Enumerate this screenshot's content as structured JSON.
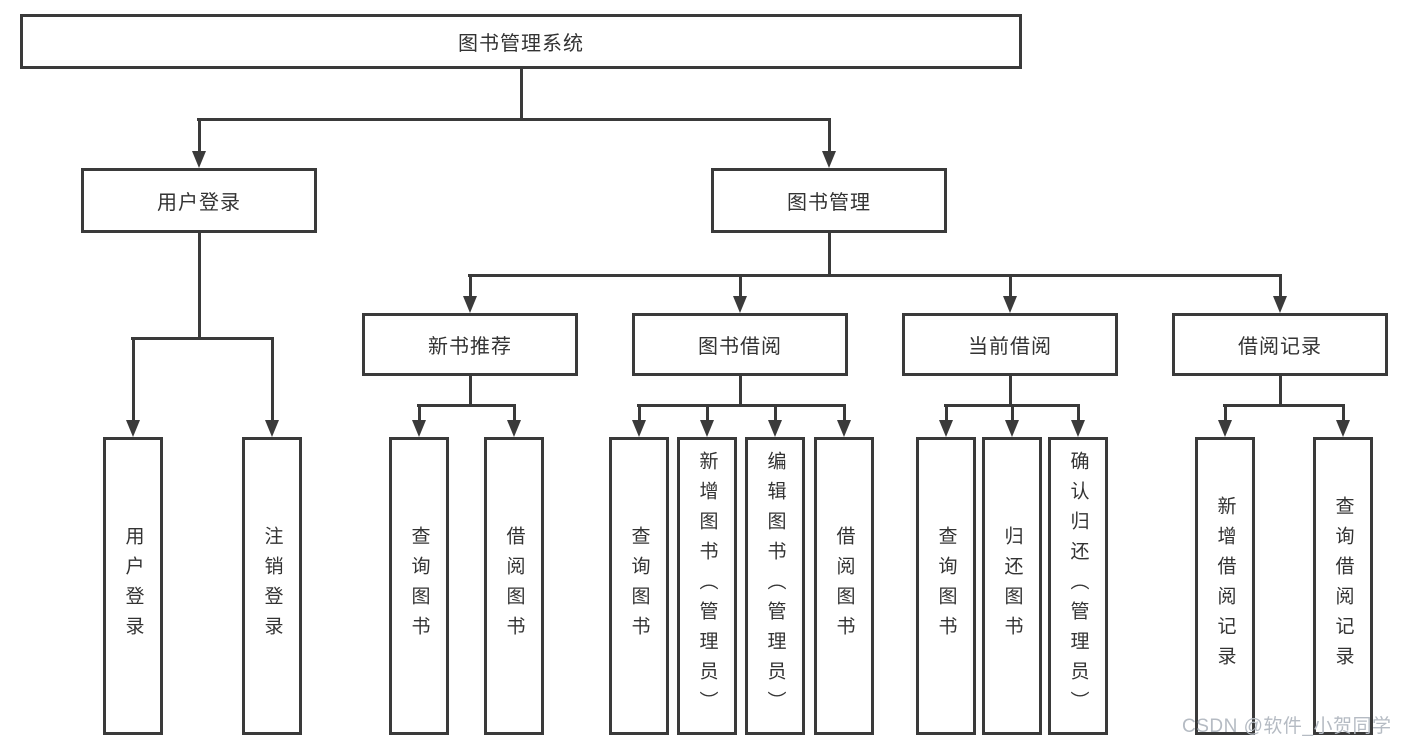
{
  "diagram": {
    "root": {
      "label": "图书管理系统"
    },
    "login": {
      "label": "用户登录",
      "children": [
        {
          "label": "用户登录"
        },
        {
          "label": "注销登录"
        }
      ]
    },
    "manage": {
      "label": "图书管理",
      "sections": [
        {
          "label": "新书推荐",
          "children": [
            {
              "label": "查询图书"
            },
            {
              "label": "借阅图书"
            }
          ]
        },
        {
          "label": "图书借阅",
          "children": [
            {
              "label": "查询图书"
            },
            {
              "label": "新增图书（管理员）"
            },
            {
              "label": "编辑图书（管理员）"
            },
            {
              "label": "借阅图书"
            }
          ]
        },
        {
          "label": "当前借阅",
          "children": [
            {
              "label": "查询图书"
            },
            {
              "label": "归还图书"
            },
            {
              "label": "确认归还（管理员）"
            }
          ]
        },
        {
          "label": "借阅记录",
          "children": [
            {
              "label": "新增借阅记录"
            },
            {
              "label": "查询借阅记录"
            }
          ]
        }
      ]
    }
  },
  "watermark": {
    "text": "CSDN @软件_小贺同学"
  },
  "colors": {
    "line": "#3a3a3a",
    "text": "#333333",
    "background": "#ffffff",
    "watermark": "#b5bbc3"
  }
}
